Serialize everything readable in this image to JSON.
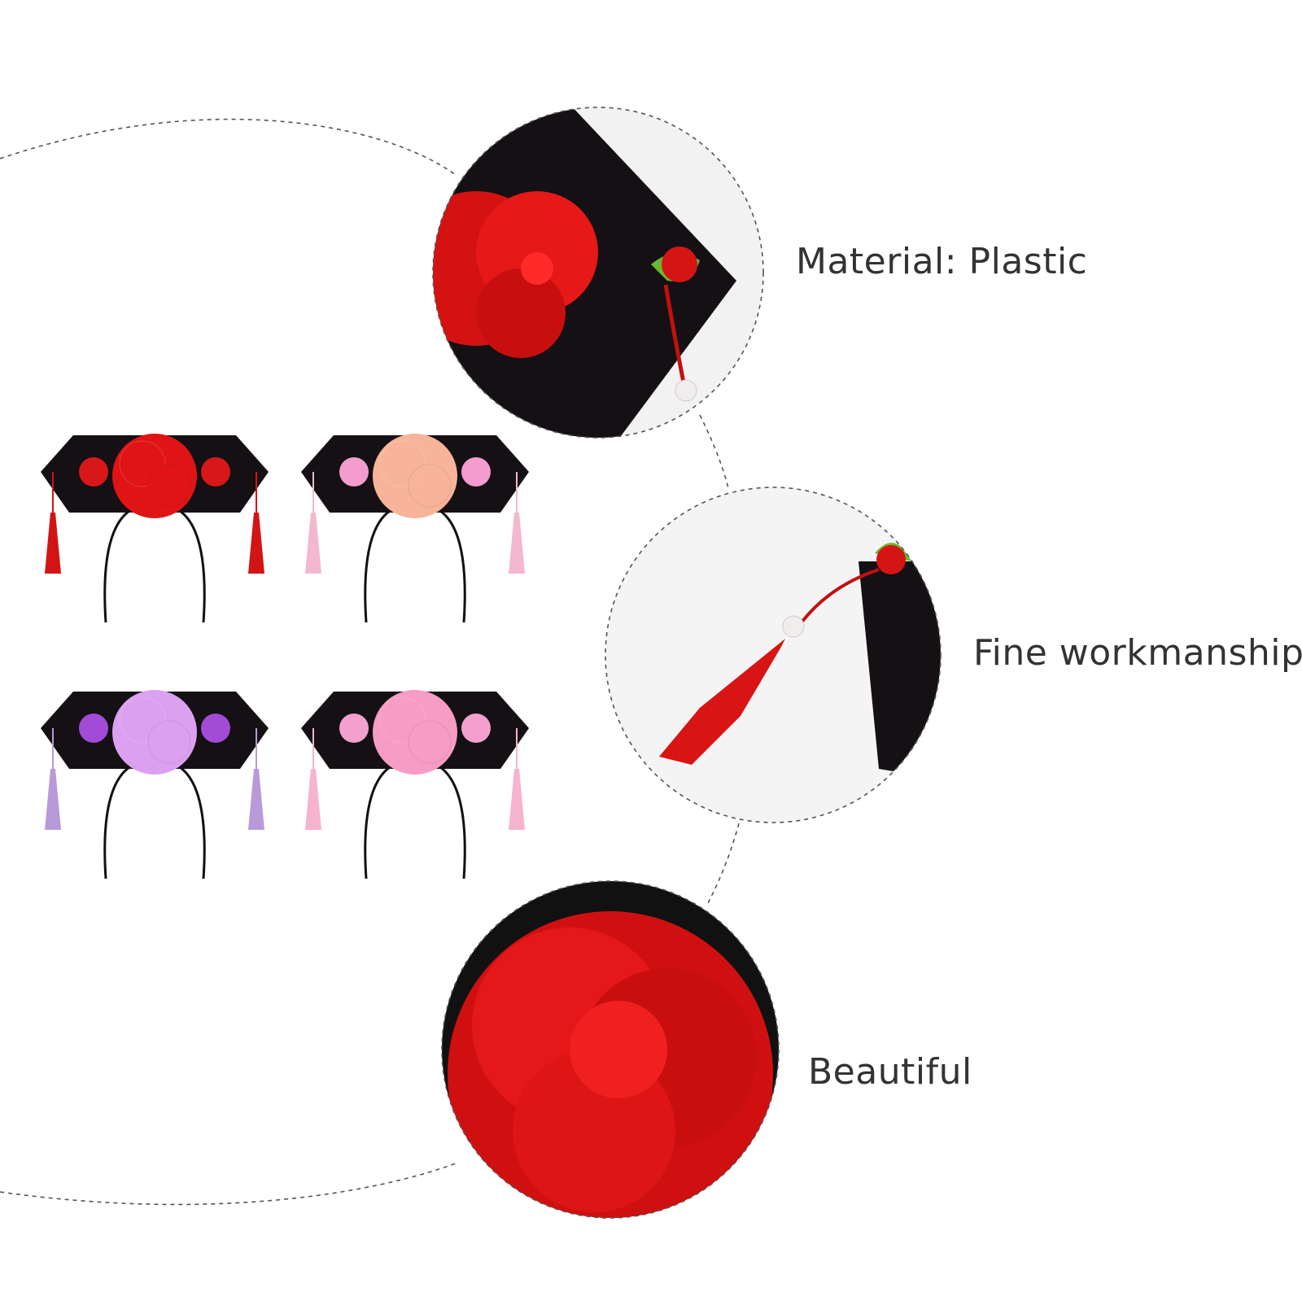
{
  "features": [
    {
      "label": "Material: Plastic"
    },
    {
      "label": "Fine workmanship"
    },
    {
      "label": "Beautiful"
    }
  ],
  "products": [
    {
      "color": "red",
      "flower": "#e01414",
      "side_flower": "#d81818",
      "tassel": "#d21414"
    },
    {
      "color": "peach-pink",
      "flower": "#f7b49a",
      "side_flower": "#f39ccd",
      "tassel": "#f3b8cf"
    },
    {
      "color": "purple",
      "flower": "#dca0f0",
      "side_flower": "#a24bd6",
      "tassel": "#b99ad8"
    },
    {
      "color": "pink",
      "flower": "#f79cc4",
      "side_flower": "#f3a0cf",
      "tassel": "#f6b3cf"
    }
  ],
  "colors": {
    "dashed_line": "#555555",
    "caption_text": "#333333",
    "headband_base": "#141014",
    "background": "#ffffff"
  }
}
